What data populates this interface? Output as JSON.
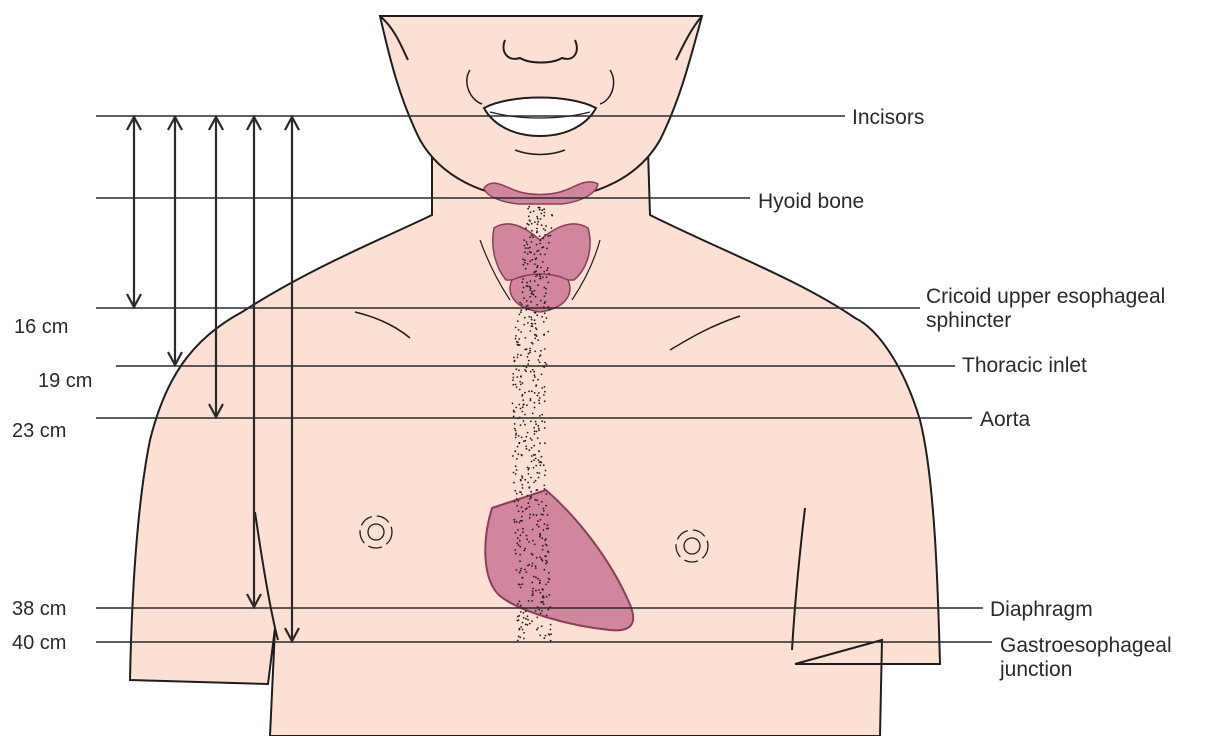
{
  "colors": {
    "skin": "#fde0d4",
    "outline": "#1e1e1e",
    "organ": "#d2869e",
    "organ_edge": "#8a3e58",
    "line": "#2a2a2a"
  },
  "landmarks": [
    {
      "id": "incisors",
      "label": "Incisors",
      "distance": ""
    },
    {
      "id": "hyoid",
      "label": "Hyoid bone",
      "distance": ""
    },
    {
      "id": "cricoid",
      "label": "Cricoid upper esophageal sphincter",
      "distance": "16 cm"
    },
    {
      "id": "thoracic",
      "label": "Thoracic inlet",
      "distance": "19 cm"
    },
    {
      "id": "aorta",
      "label": "Aorta",
      "distance": "23 cm"
    },
    {
      "id": "diaphragm",
      "label": "Diaphragm",
      "distance": "38 cm"
    },
    {
      "id": "ge-junction",
      "label": "Gastroesophageal junction",
      "distance": "40 cm"
    }
  ]
}
